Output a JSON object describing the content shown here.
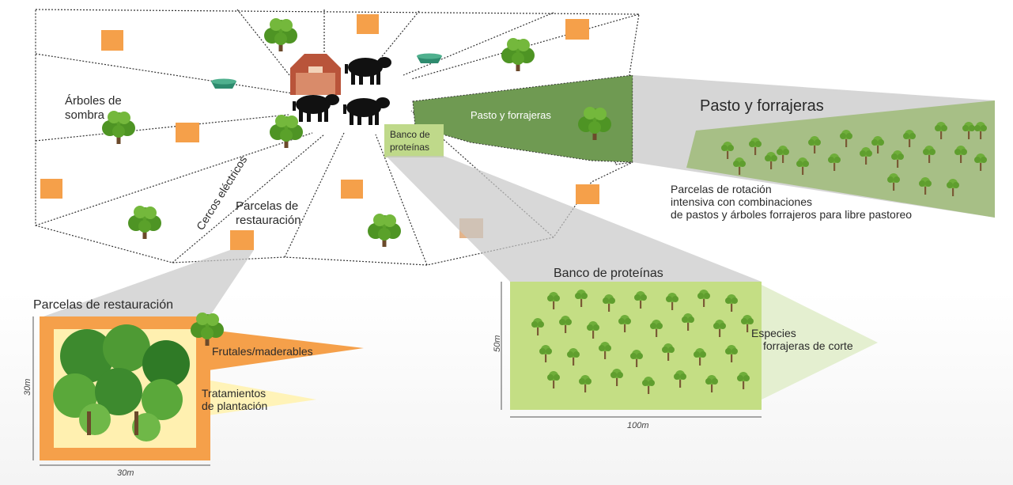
{
  "labels": {
    "arboles_sombra_1": "Árboles de",
    "arboles_sombra_2": "sombra",
    "cercos": "Cercos eléctricos",
    "parcelas_rest_1": "Parcelas de",
    "parcelas_rest_2": "restauración",
    "banco_1": "Banco de",
    "banco_2": "proteínas",
    "pasto_small": "Pasto y forrajeras",
    "pasto_title": "Pasto y forrajeras",
    "pasto_desc_1": "Parcelas de rotación",
    "pasto_desc_2": "intensiva con combinaciones",
    "pasto_desc_3": "de pastos y árboles forrajeros para libre pastoreo",
    "banco_title": "Banco de proteínas",
    "especies_1": "Especies",
    "especies_2": "forrajeras de corte",
    "banco_dim_h": "50m",
    "banco_dim_w": "100m",
    "rest_title": "Parcelas de restauración",
    "frutales": "Frutales/maderables",
    "tratamientos_1": "Tratamientos",
    "tratamientos_2": "de plantación",
    "rest_dim_h": "30m",
    "rest_dim_w": "30m"
  },
  "colors": {
    "plot_marker": "#f5a04a",
    "pasture_green": "#6f9a52",
    "light_green": "#bfd98a",
    "tree_green": "#5aa12a",
    "water_trough": "#2e8b6e",
    "barn_red": "#b9543a",
    "restoration_orange": "#f5a04a",
    "restoration_inner": "#fff0b0",
    "callout_grey": "#c8c8c8"
  },
  "icons": [
    "barn-icon",
    "cow-icon",
    "tree-icon",
    "water-trough-icon",
    "plot-marker-icon"
  ]
}
